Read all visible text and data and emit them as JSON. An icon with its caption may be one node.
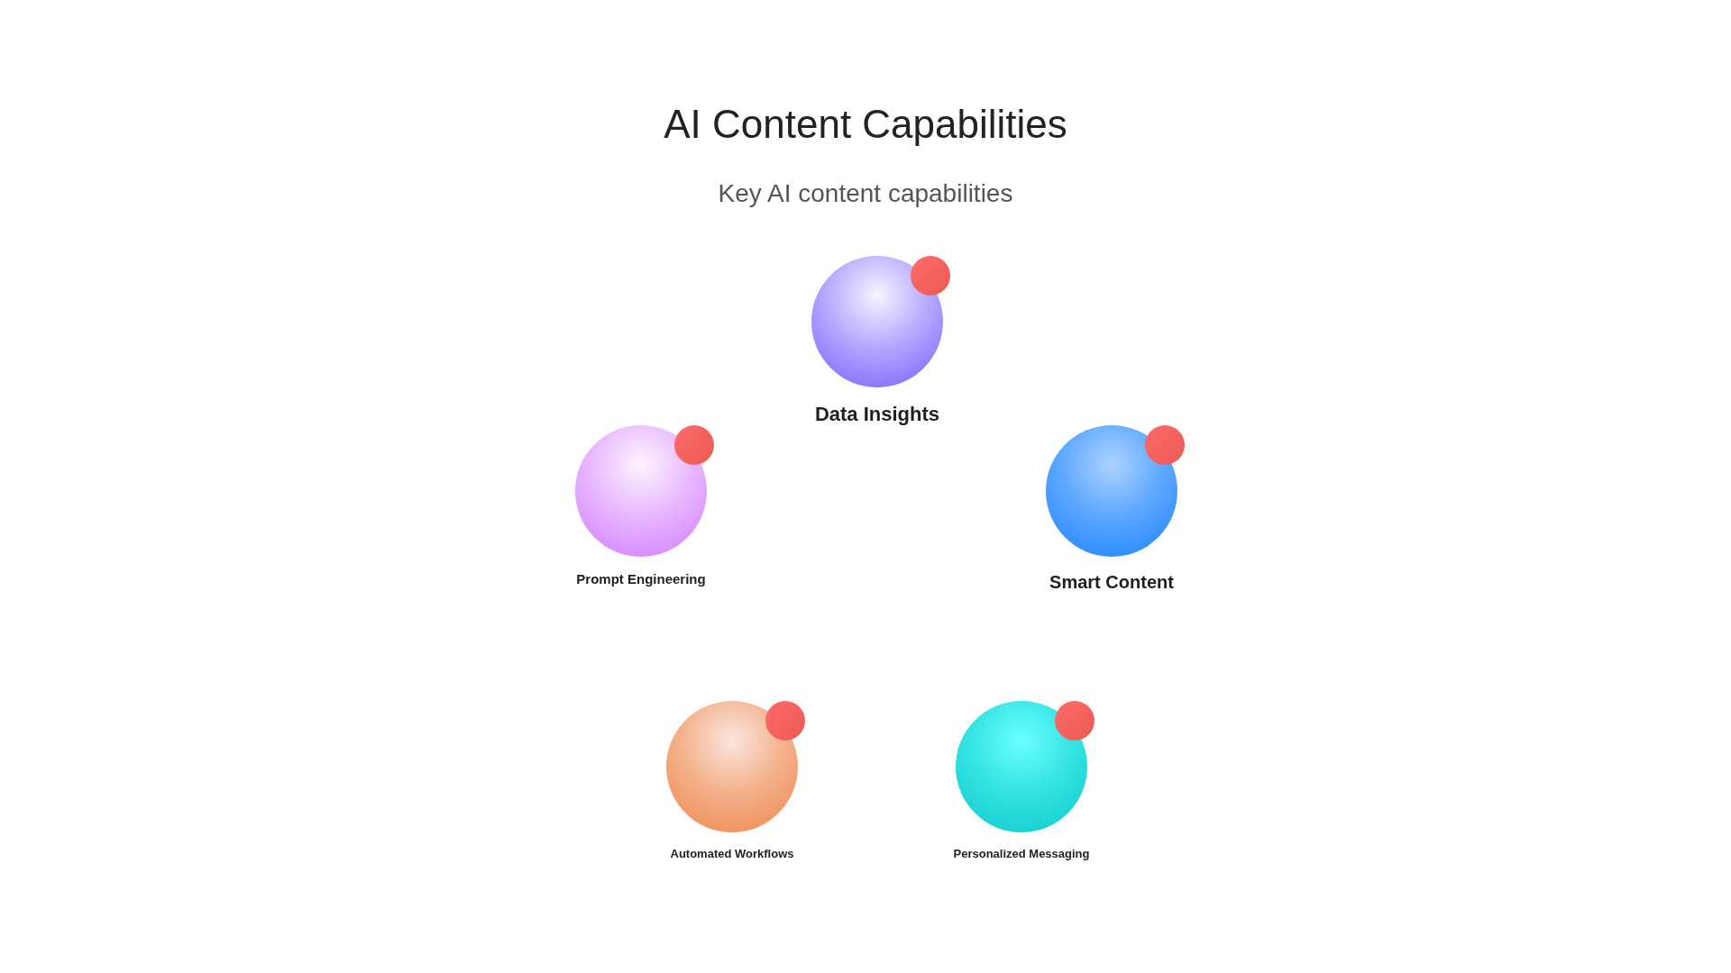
{
  "diagram": {
    "title": "AI Content Capabilities",
    "nodes": [
      {
        "text": [
          "Data Insights"
        ]
      },
      {
        "text": [
          "Prompt Engineering"
        ]
      },
      {
        "text": [
          "Smart Content"
        ]
      },
      {
        "text": [
          "Automated Workflows"
        ]
      },
      {
        "text": [
          "Personalized Messaging"
        ]
      }
    ],
    "labels": [
      "Key AI content capabilities"
    ]
  }
}
